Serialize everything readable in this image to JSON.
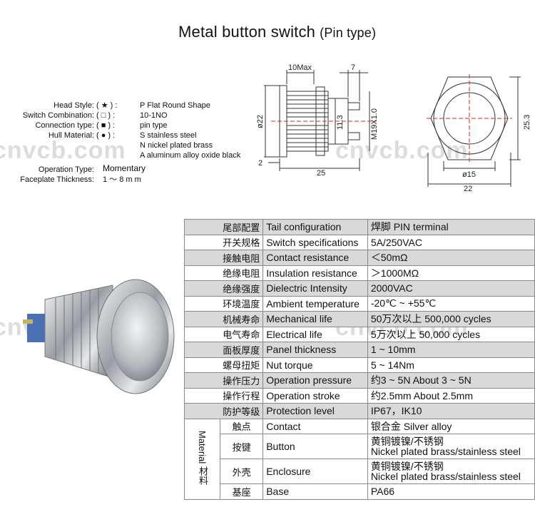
{
  "title": {
    "main": "Metal button switch",
    "sub": "(Pin type)"
  },
  "specs": {
    "head_style": {
      "label": "Head Style:",
      "symbol": "( ★ ) :",
      "value": "P Flat Round Shape"
    },
    "switch_combination": {
      "label": "Switch Combination:",
      "symbol": "( □ ) :",
      "value": "10-1NO"
    },
    "connection_type": {
      "label": "Connection type:",
      "symbol": "( ■ ) :",
      "value": "pin type"
    },
    "hull_material": {
      "label": "Hull Material:",
      "symbol": "( ● ) :",
      "value": "S stainless steel",
      "value2": "N nickel plated brass",
      "value3": "A aluminum alloy oxide black"
    },
    "operation_type": {
      "label": "Operation Type:",
      "value": "Momentary"
    },
    "faceplate_thickness": {
      "label": "Faceplate Thickness:",
      "value": "1 ～ 8 m m"
    }
  },
  "watermark": "cnvcb.com",
  "side_view": {
    "dim_10max": "10Max",
    "dim_7": "7",
    "dim_d22": "ø22",
    "dim_11_3": "11.3",
    "dim_m19": "M19X1.0",
    "dim_2": "2",
    "dim_25": "25"
  },
  "front_view": {
    "dim_25_3": "25.3",
    "dim_d15": "ø15",
    "dim_22": "22"
  },
  "table": {
    "rows": [
      {
        "cn": "尾部配置",
        "en": "Tail configuration",
        "val": "焊脚  PIN terminal",
        "shade": true
      },
      {
        "cn": "开关规格",
        "en": "Switch specifications",
        "val": "5A/250VAC",
        "shade": false
      },
      {
        "cn": "接触电阻",
        "en": "Contact resistance",
        "val": "＜50mΩ",
        "shade": true
      },
      {
        "cn": "绝缘电阻",
        "en": "Insulation resistance",
        "val": "＞1000MΩ",
        "shade": false
      },
      {
        "cn": "绝缘强度",
        "en": "Dielectric Intensity",
        "val": "2000VAC",
        "shade": true
      },
      {
        "cn": "环境温度",
        "en": "Ambient temperature",
        "val": "-20℃ ~ +55℃",
        "shade": false
      },
      {
        "cn": "机械寿命",
        "en": "Mechanical life",
        "val": "50万次以上 500,000 cycles",
        "shade": true
      },
      {
        "cn": "电气寿命",
        "en": "Electrical life",
        "val": "5万次以上 50,000  cycles",
        "shade": false
      },
      {
        "cn": "面板厚度",
        "en": "Panel thickness",
        "val": "1 ~ 10mm",
        "shade": true
      },
      {
        "cn": "螺母扭矩",
        "en": "Nut torque",
        "val": "5 ~ 14Nm",
        "shade": false
      },
      {
        "cn": "操作压力",
        "en": "Operation pressure",
        "val": "约3 ~ 5N About 3 ~ 5N",
        "shade": true
      },
      {
        "cn": "操作行程",
        "en": "Operation stroke",
        "val": "约2.5mm About 2.5mm",
        "shade": false
      },
      {
        "cn": "防护等级",
        "en": "Protection level",
        "val": "IP67，IK10",
        "shade": true
      }
    ],
    "material": {
      "label_zh": "材料",
      "label_en": "Material",
      "rows": [
        {
          "cn": "触点",
          "en": "Contact",
          "val": "银合金 Silver alloy"
        },
        {
          "cn": "按键",
          "en": "Button",
          "val": "黄铜镀镍/不锈钢",
          "val2": "Nickel plated brass/stainless steel"
        },
        {
          "cn": "外壳",
          "en": "Enclosure",
          "val": "黄铜镀镍/不锈钢",
          "val2": "Nickel plated brass/stainless steel"
        },
        {
          "cn": "基座",
          "en": "Base",
          "val": "PA66"
        }
      ]
    }
  }
}
